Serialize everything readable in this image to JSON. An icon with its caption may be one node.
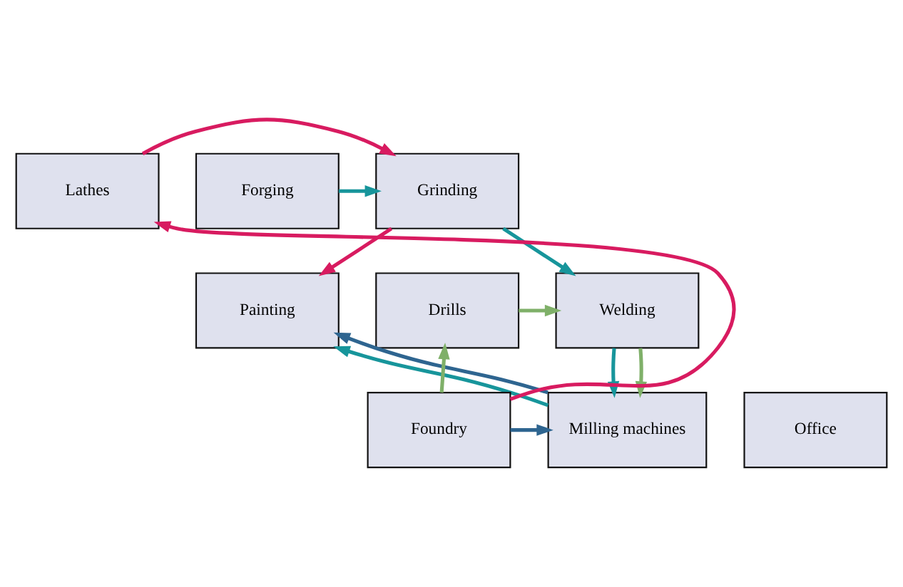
{
  "diagram": {
    "nodes": [
      {
        "text": [
          "Grinding"
        ]
      },
      {
        "text": [
          "Forging"
        ]
      },
      {
        "text": [
          "Lathes"
        ]
      },
      {
        "text": [
          "Painting"
        ]
      },
      {
        "text": [
          "Welding"
        ]
      },
      {
        "text": [
          "Drills"
        ]
      },
      {
        "text": [
          "Office"
        ]
      },
      {
        "text": [
          "Milling machines"
        ]
      },
      {
        "text": [
          "Foundry"
        ]
      }
    ],
    "edges": [
      {
        "from": 2,
        "to": 0,
        "arrow": "to",
        "color": "#d81b60"
      },
      {
        "from": 1,
        "to": 0,
        "arrow": "to"
      },
      {
        "from": 0,
        "to": 3,
        "arrow": "to",
        "color": "#d81b60"
      },
      {
        "from": 0,
        "to": 4,
        "arrow": "to"
      },
      {
        "from": 5,
        "to": 4,
        "arrow": "to",
        "color": "#7fb069"
      },
      {
        "from": 4,
        "to": 7,
        "arrow": "to"
      },
      {
        "from": 4,
        "to": 7,
        "arrow": "to",
        "color": "#7fb069"
      },
      {
        "from": 7,
        "to": 3,
        "arrow": "to"
      },
      {
        "from": 7,
        "to": 3,
        "arrow": "to",
        "color": "#2e6590"
      },
      {
        "from": 8,
        "to": 7,
        "arrow": "to",
        "color": "#2e6590"
      },
      {
        "from": 8,
        "to": 5,
        "arrow": "to",
        "color": "#7fb069"
      },
      {
        "from": 8,
        "to": 2,
        "arrow": "to",
        "color": "#d81b60"
      }
    ]
  }
}
